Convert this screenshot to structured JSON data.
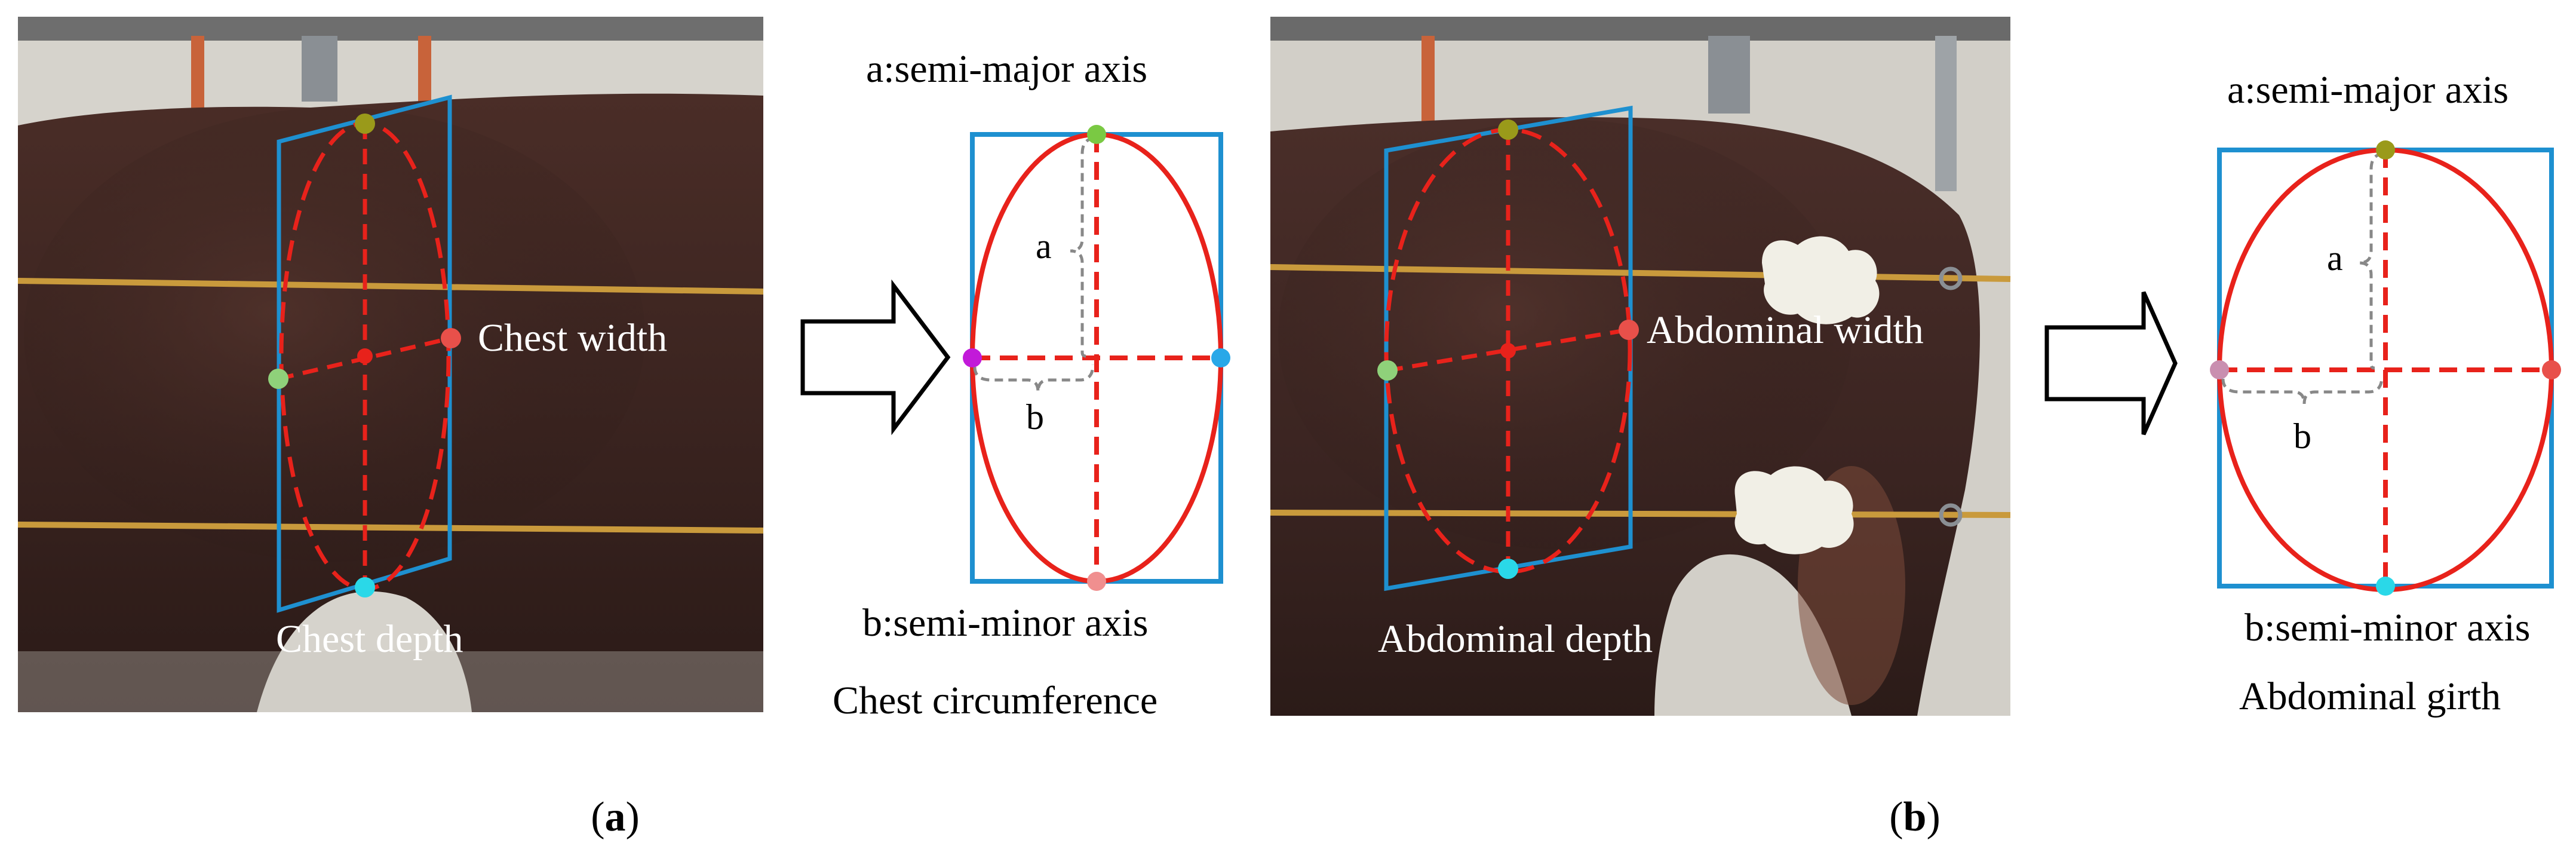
{
  "colors": {
    "frame": "#1e90d0",
    "ellipse": "#e8221b",
    "axis_line": "#e8221b",
    "bracket": "#888888",
    "dot_top": "#9a9a1a",
    "dot_top_diagram_a": "#7ac943",
    "dot_left": "#8fd17a",
    "dot_left_diagram_a": "#c21ad9",
    "dot_left_diagram_b": "#c98fb0",
    "dot_right": "#e8504a",
    "dot_right_diagram_a": "#29a8e8",
    "dot_bottom": "#2ad8e8",
    "dot_bottom_diagram_a": "#f08f8f"
  },
  "panel_a": {
    "photo_labels": {
      "width": "Chest width",
      "depth": "Chest depth"
    },
    "diagram": {
      "major_axis": "a:semi-major axis",
      "minor_axis": "b:semi-minor axis",
      "a_letter": "a",
      "b_letter": "b",
      "caption": "Chest circumference"
    },
    "label_prefix": "(",
    "label_letter": "a",
    "label_suffix": ")"
  },
  "panel_b": {
    "photo_labels": {
      "width": "Abdominal width",
      "depth": "Abdominal depth"
    },
    "diagram": {
      "major_axis": "a:semi-major axis",
      "minor_axis": "b:semi-minor axis",
      "a_letter": "a",
      "b_letter": "b",
      "caption": "Abdominal girth"
    },
    "label_prefix": "(",
    "label_letter": "b",
    "label_suffix": ")"
  }
}
